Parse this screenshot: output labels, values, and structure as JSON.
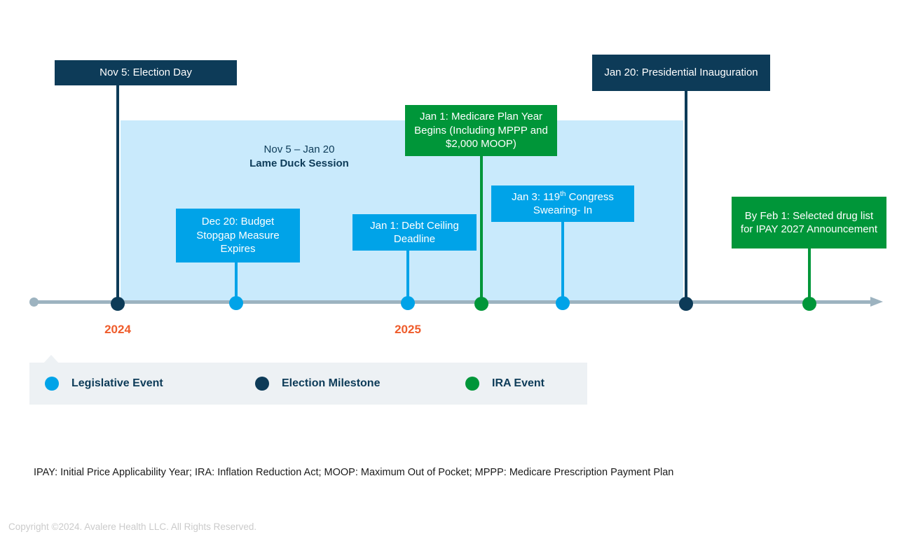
{
  "colors": {
    "legislative": "#00a3e8",
    "election": "#0d3b58",
    "ira": "#009639",
    "band": "#c9eafc",
    "axis": "#9db3c0",
    "year_label": "#ef5c2b",
    "legend_bg": "#edf1f4"
  },
  "band": {
    "range_label": "Nov 5 – Jan 20",
    "title": "Lame Duck Session"
  },
  "events": [
    {
      "id": "election-day",
      "label": "Nov 5: Election Day",
      "type": "election"
    },
    {
      "id": "budget-stopgap",
      "label": "Dec 20: Budget Stopgap Measure Expires",
      "type": "legislative"
    },
    {
      "id": "debt-ceiling",
      "label": "Jan 1: Debt Ceiling Deadline",
      "type": "legislative"
    },
    {
      "id": "medicare-plan-year",
      "label": "Jan 1: Medicare Plan Year Begins (Including MPPP and $2,000 MOOP)",
      "type": "ira"
    },
    {
      "id": "congress-swearing-in",
      "label_pre": "Jan 3: 119",
      "label_sup": "th",
      "label_post": " Congress Swearing- In",
      "type": "legislative"
    },
    {
      "id": "presidential-inauguration",
      "label": "Jan 20: Presidential Inauguration",
      "type": "election"
    },
    {
      "id": "ipay-drug-list",
      "label": "By Feb 1: Selected drug list for IPAY 2027 Announcement",
      "type": "ira"
    }
  ],
  "years": [
    {
      "label": "2024"
    },
    {
      "label": "2025"
    }
  ],
  "legend": {
    "items": [
      {
        "label": "Legislative Event",
        "type": "legislative"
      },
      {
        "label": "Election Milestone",
        "type": "election"
      },
      {
        "label": "IRA Event",
        "type": "ira"
      }
    ]
  },
  "footer": {
    "abbreviations": "IPAY: Initial Price Applicability Year; IRA: Inflation Reduction Act; MOOP: Maximum Out of Pocket; MPPP: Medicare Prescription Payment Plan",
    "copyright": "Copyright ©2024. Avalere Health LLC. All Rights Reserved."
  }
}
